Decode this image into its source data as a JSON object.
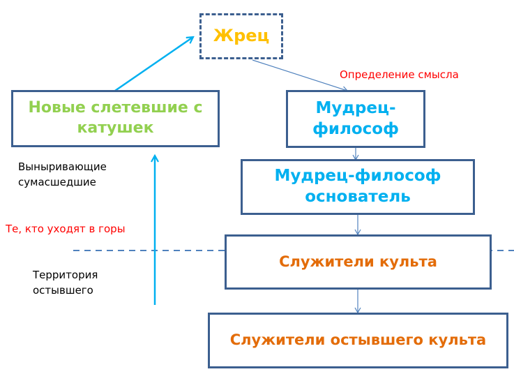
{
  "colors": {
    "border": "#3c5f8f",
    "green": "#92d050",
    "gold": "#ffc000",
    "cyan": "#00b0f0",
    "orange": "#e36c09",
    "red": "#ff0000",
    "black": "#000000",
    "connector": "#4f81bd",
    "bright_arrow": "#00b0f0",
    "divider": "#4f81bd"
  },
  "nodes": {
    "priest": {
      "text": "Жрец"
    },
    "newly_crazy": {
      "text": "Новые слетевшие с катушек"
    },
    "sage": {
      "text": "Мудрец-философ"
    },
    "sage_founder": {
      "text": "Мудрец-философ основатель"
    },
    "cult_servants": {
      "text": "Служители культа"
    },
    "cooled_cult_servants": {
      "text": "Служители остывшего культа"
    }
  },
  "annotations": {
    "meaning": "Определение смысла",
    "emerging_madmen": "Выныривающие сумасшедшие",
    "mountains": "Те, кто уходят в горы",
    "cooled_territory": "Территория остывшего"
  }
}
